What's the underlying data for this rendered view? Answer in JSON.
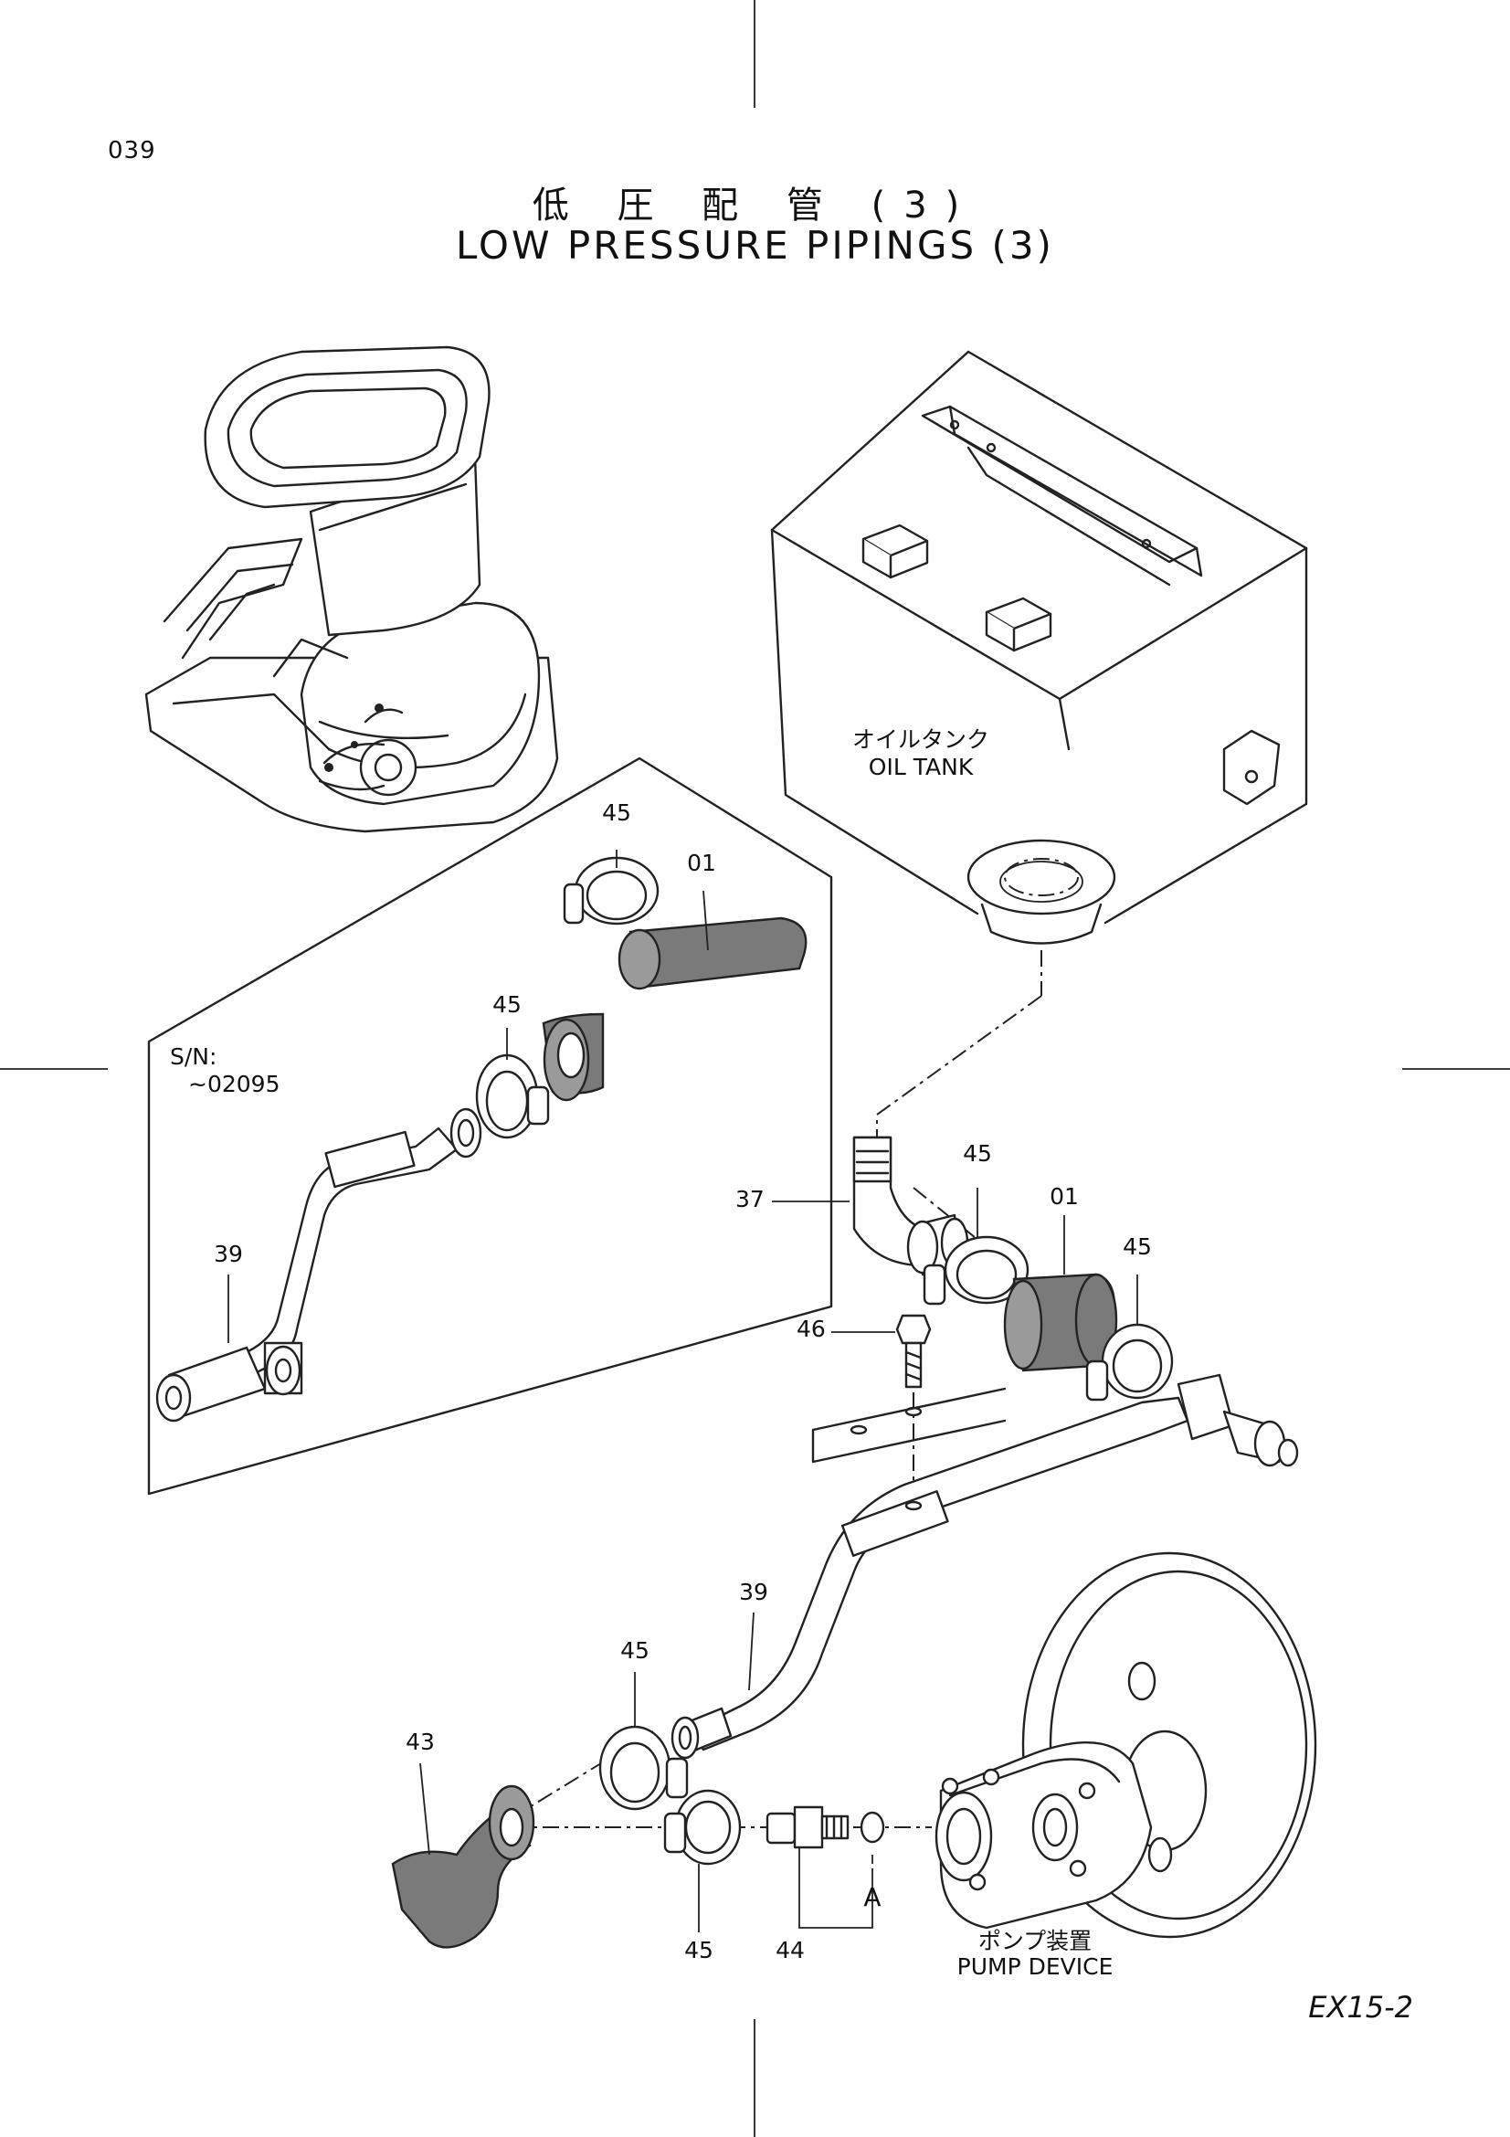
{
  "page_number": "039",
  "title": {
    "japanese": "低 圧 配 管 (3)",
    "english": "LOW PRESSURE PIPINGS (3)"
  },
  "labels": {
    "oil_tank_jp": "オイルタンク",
    "oil_tank_en": "OIL TANK",
    "pump_device_jp": "ポンプ装置",
    "pump_device_en": "PUMP DEVICE",
    "serial_range_prefix": "S/N:",
    "serial_range_value": "~02095",
    "view_marker": "A"
  },
  "part_callouts": {
    "inset_clamp_top": "45",
    "inset_hose": "01",
    "inset_clamp_mid": "45",
    "inset_pipe": "39",
    "elbow": "37",
    "clamp_upper": "45",
    "hose_main": "01",
    "clamp_right": "45",
    "bolt": "46",
    "pipe_main": "39",
    "clamp_lower": "45",
    "elbow_hose": "43",
    "clamp_bottom": "45",
    "adapter": "44"
  },
  "document_code": "EX15-2"
}
